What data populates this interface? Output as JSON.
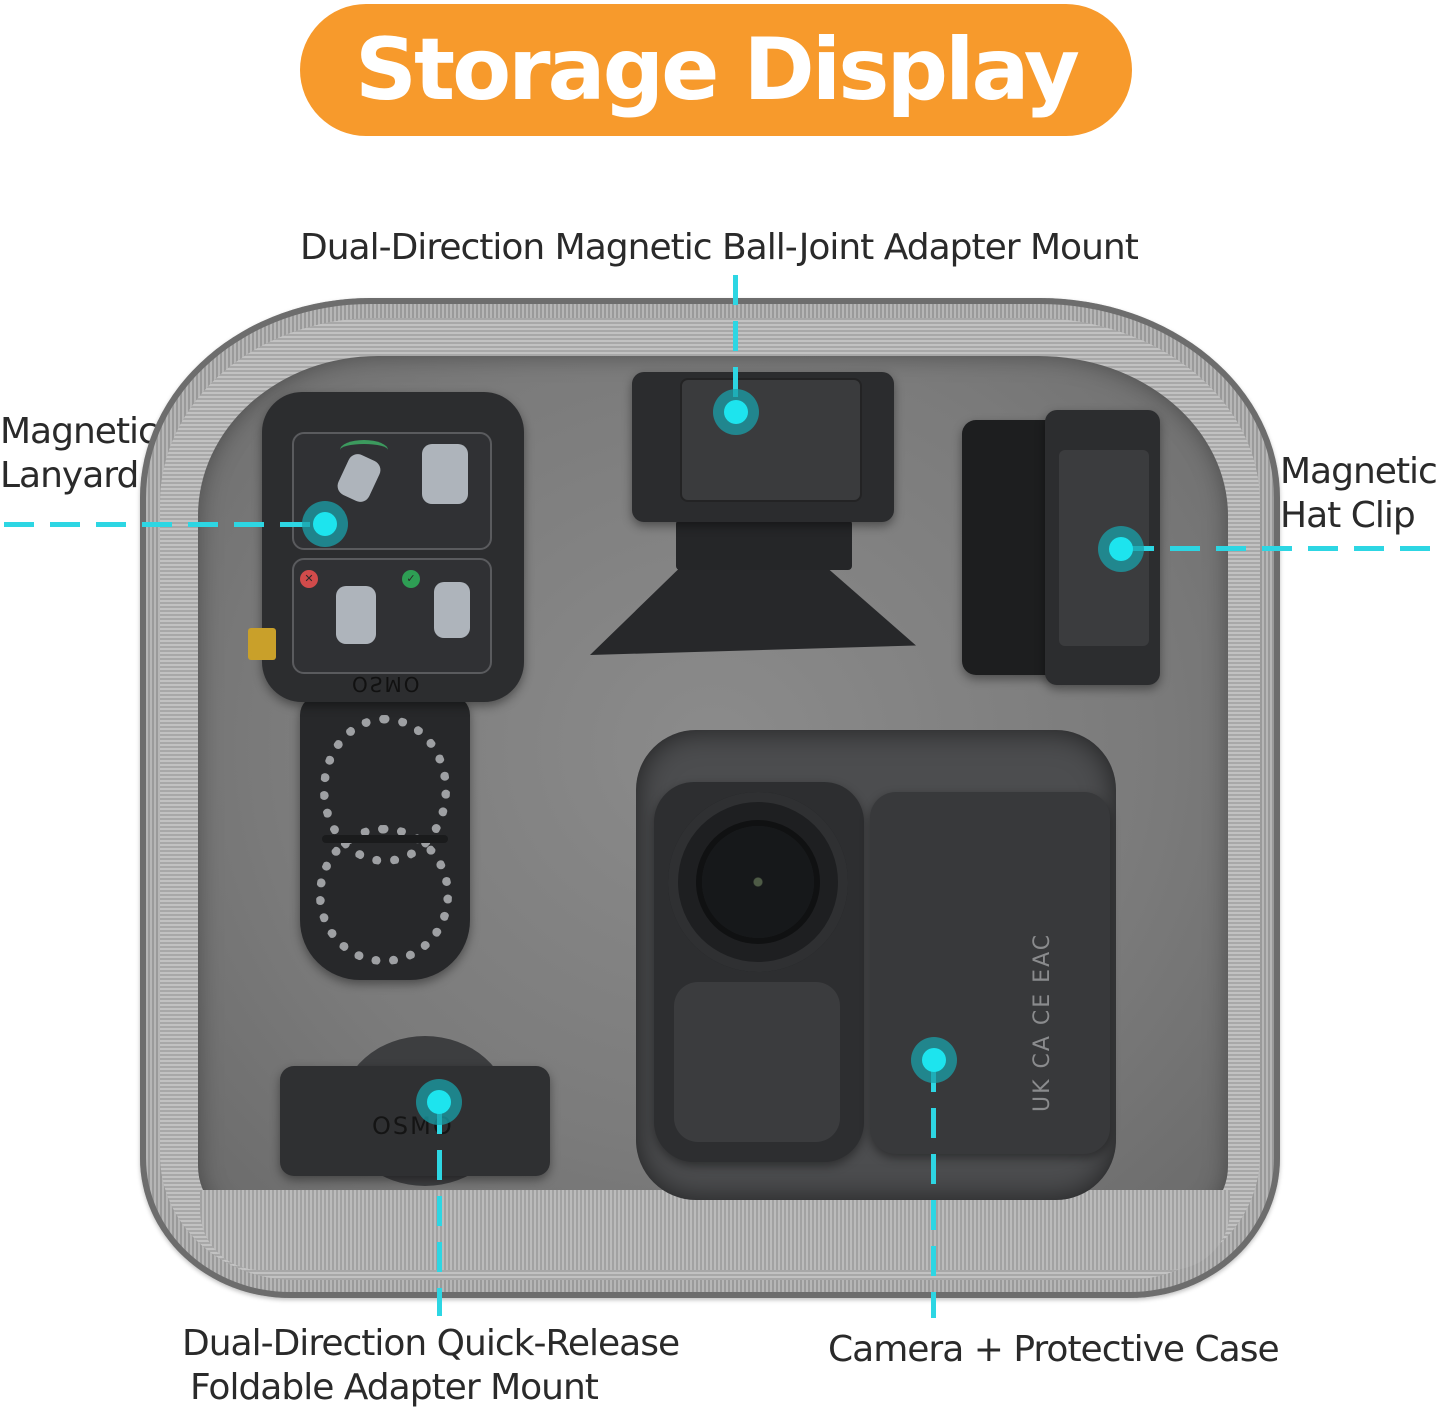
{
  "header": {
    "title": "Storage Display",
    "banner_color": "#f79a2c"
  },
  "callouts": {
    "top": {
      "label": "Dual-Direction Magnetic Ball-Joint Adapter Mount"
    },
    "left": {
      "line1": "Magnetic",
      "line2": "Lanyard"
    },
    "right": {
      "line1": "Magnetic",
      "line2": "Hat Clip"
    },
    "bottom_left": {
      "line1": "Dual-Direction Quick-Release",
      "line2": "Foldable Adapter Mount"
    },
    "bottom_right": {
      "label": "Camera + Protective Case"
    },
    "accent_color": "#1de4ee"
  },
  "items": {
    "lanyard_brand": "OSMO",
    "quick_release_brand": "OSMO",
    "case_markings": "UK CA  CE  EAC"
  }
}
